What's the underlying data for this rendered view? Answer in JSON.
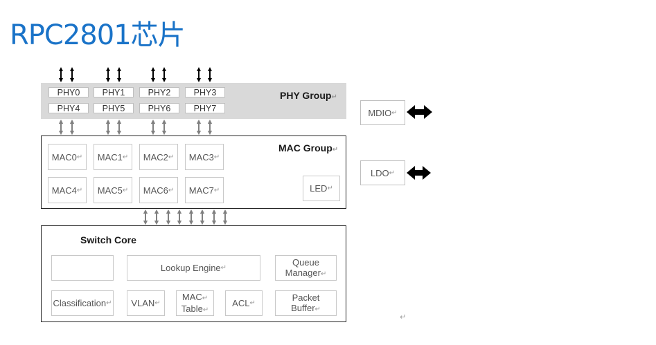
{
  "title": "RPC2801芯片",
  "phy_group": {
    "label": "PHY Group",
    "mark": "↵",
    "items": [
      "PHY0",
      "PHY1",
      "PHY2",
      "PHY3",
      "PHY4",
      "PHY5",
      "PHY6",
      "PHY7"
    ]
  },
  "mac_group": {
    "label": "MAC Group",
    "mark": "↵",
    "items": [
      "MAC0",
      "MAC1",
      "MAC2",
      "MAC3",
      "MAC4",
      "MAC5",
      "MAC6",
      "MAC7"
    ],
    "led": "LED"
  },
  "switch_core": {
    "label": "Switch Core",
    "lookup_engine": "Lookup Engine",
    "queue_manager_line1": "Queue",
    "queue_manager_line2": "Manager",
    "classification": "Classification",
    "vlan": "VLAN",
    "mac_table_line1": "MAC",
    "mac_table_line2": "Table",
    "acl": "ACL",
    "packet_buffer_line1": "Packet",
    "packet_buffer_line2": "Buffer"
  },
  "mdio": "MDIO",
  "ldo": "LDO",
  "return_mark": "↵",
  "colors": {
    "title": "#1a73c8",
    "band": "#d9d9d9",
    "arrow_gray": "#808080",
    "arrow_black": "#000000"
  }
}
